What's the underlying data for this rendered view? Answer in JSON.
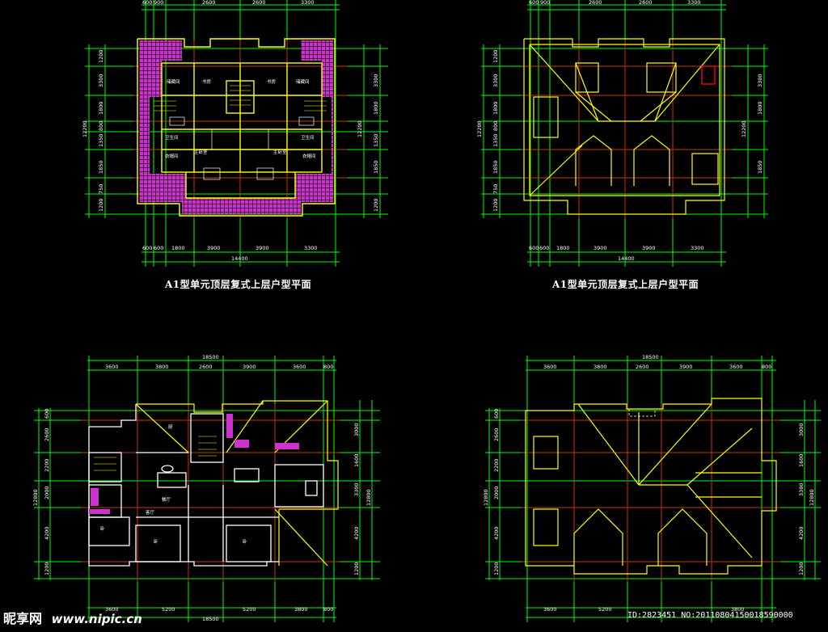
{
  "colors": {
    "background": "#000000",
    "dim": "#00ff00",
    "wall": "#ffff00",
    "grid": "#ff0000",
    "fill": "#cc33cc",
    "text": "#ffffff"
  },
  "captions": {
    "top_left": "A1型单元顶层复式上层户型平面",
    "top_right": "A1型单元顶层复式上层户型平面"
  },
  "top_plans": {
    "top_dims": [
      "600",
      "900",
      "2600",
      "2600",
      "3300"
    ],
    "bottom_dims": [
      "600",
      "600",
      "1800",
      "3900",
      "3900",
      "3300"
    ],
    "overall_width": "14400",
    "left_dims": [
      "1200",
      "750",
      "1850",
      "1350",
      "800",
      "1800",
      "3300",
      "1200"
    ],
    "overall_height": "12200"
  },
  "bottom_plans": {
    "overall_width": "18500",
    "top_dims": [
      "3600",
      "3800",
      "2600",
      "3900",
      "3600",
      "800"
    ],
    "bottom_dims": [
      "3600",
      "5200",
      "5200",
      "3800",
      "800"
    ],
    "left_dims": [
      "600",
      "2600",
      "2200",
      "2000",
      "4200",
      "1200"
    ],
    "right_dims": [
      "3000",
      "1600",
      "3300",
      "4200",
      "1200"
    ],
    "overall_height": "12800",
    "right_overall": "12800"
  },
  "room_labels": [
    "储藏间",
    "书房",
    "书房",
    "储藏间",
    "卫生间",
    "卫生间",
    "主卧室",
    "主卧室",
    "衣帽间",
    "衣帽间"
  ],
  "lower_room_labels": [
    "卧",
    "卧",
    "厨",
    "餐厅",
    "客厅",
    "卧"
  ],
  "watermark": {
    "logo_text": "昵享网",
    "url": "www.nipic.cn",
    "id_line": "ID:2823451 NO:20110804150018590000"
  }
}
